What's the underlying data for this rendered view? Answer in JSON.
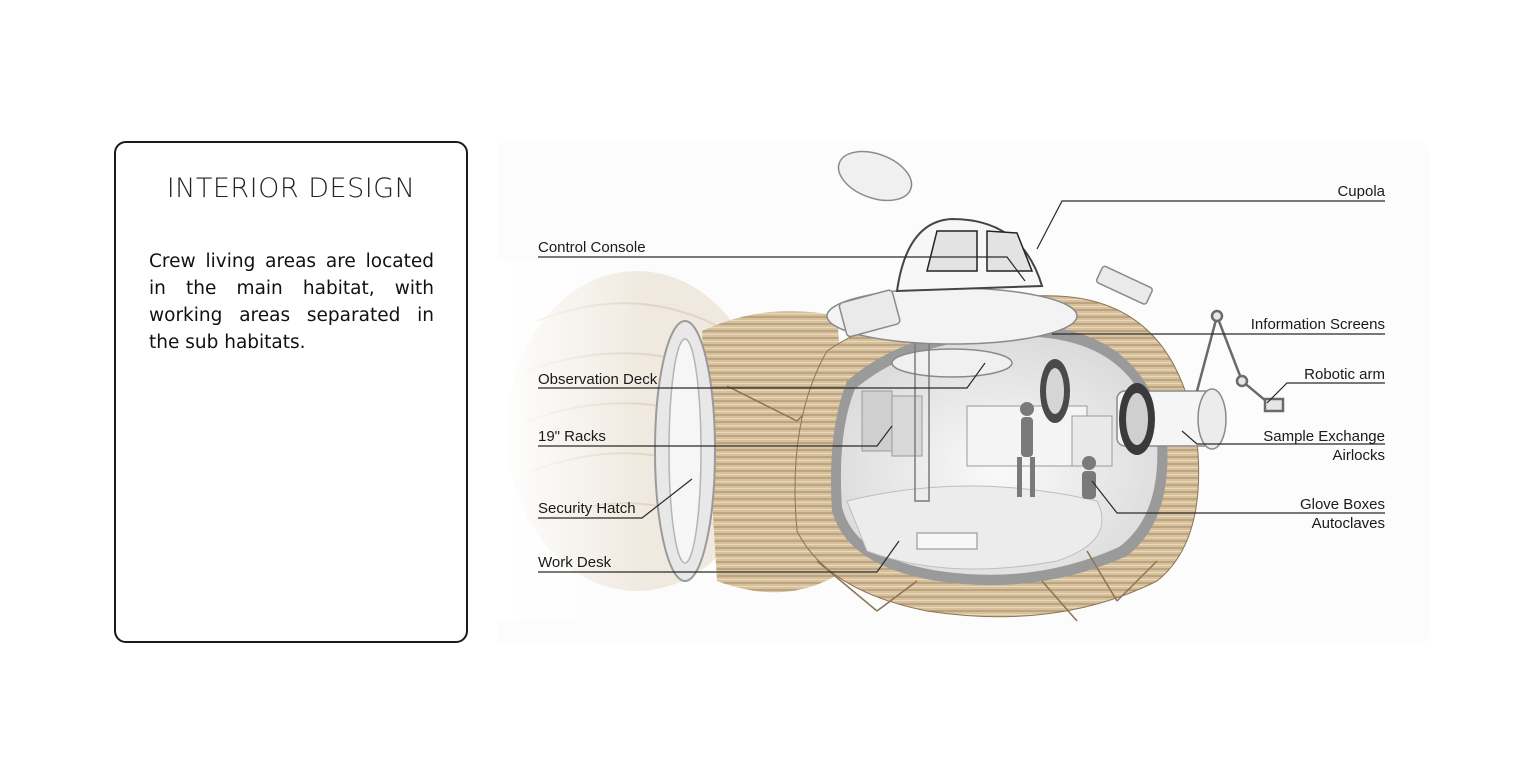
{
  "card": {
    "title": "INTERIOR DESIGN",
    "body": "Crew living areas are located in the main habitat, with working areas separated in the sub habitats."
  },
  "diagram": {
    "labels": {
      "cupola": "Cupola",
      "control_console": "Control Console",
      "information_screens": "Information Screens",
      "robotic_arm": "Robotic arm",
      "observation_deck": "Observation Deck",
      "racks": "19\" Racks",
      "sample_exchange": "Sample Exchange",
      "airlocks": "Airlocks",
      "security_hatch": "Security Hatch",
      "glove_boxes": "Glove Boxes",
      "autoclaves": "Autoclaves",
      "work_desk": "Work Desk"
    }
  }
}
